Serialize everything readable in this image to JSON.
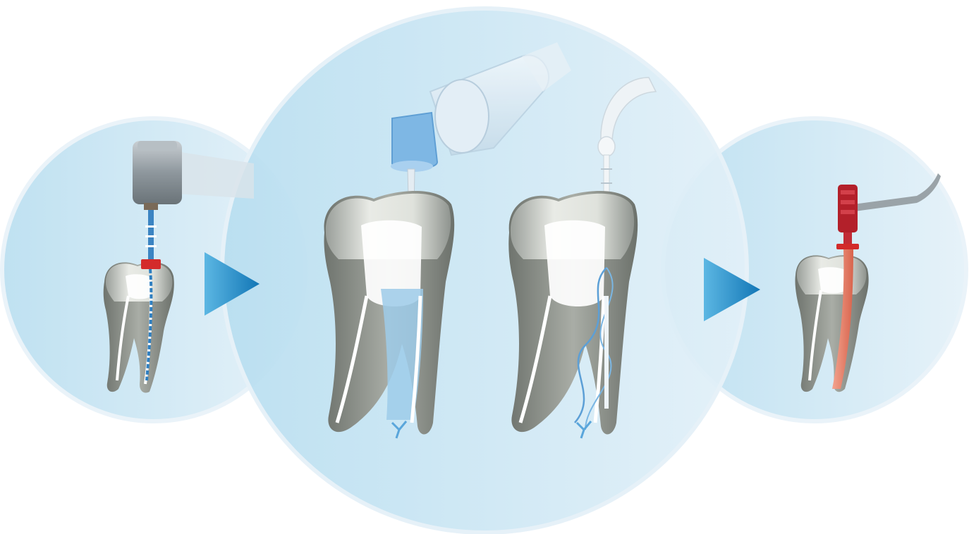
{
  "diagram": {
    "steps": [
      {
        "id": "step-1",
        "icon": "rotary-instrument-tooth-icon"
      },
      {
        "id": "step-2",
        "icon": "irrigation-syringe-tooth-icon"
      },
      {
        "id": "step-3",
        "icon": "ultrasonic-activation-tooth-icon"
      },
      {
        "id": "step-4",
        "icon": "obturation-gutta-percha-tooth-icon"
      }
    ],
    "connectors": [
      {
        "from": "step-1",
        "to": "step-2",
        "icon": "arrow-right-icon"
      },
      {
        "from": "step-3",
        "to": "step-4",
        "icon": "arrow-right-icon"
      }
    ],
    "colors": {
      "circle_fill": "#cfe9f5",
      "circle_edge": "#e9f3fa",
      "arrow": "#1e8fc6",
      "irrigant": "#9ecbe9",
      "file_blue": "#2f7fc0",
      "stopper_red": "#d42b2b",
      "gutta_percha": "#e8806a",
      "carrier_red": "#b3202a",
      "instrument_metal": "#9aa3a8"
    }
  }
}
